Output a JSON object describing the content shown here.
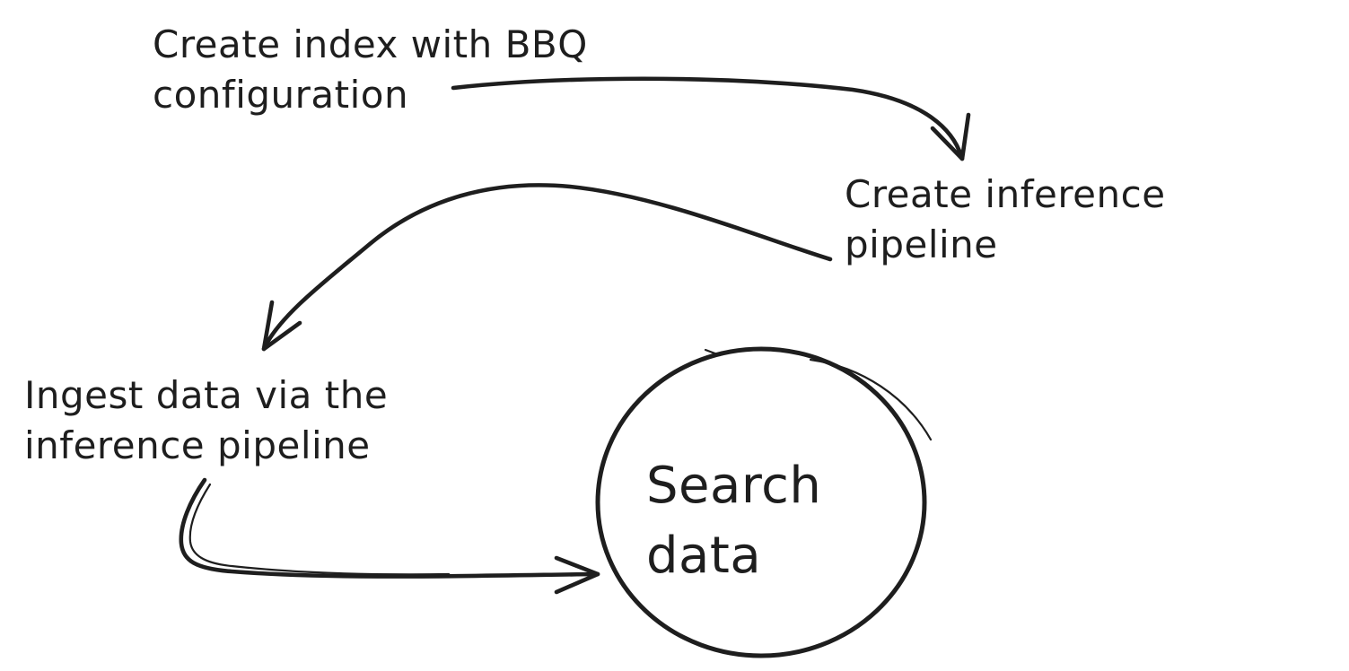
{
  "canvas": {
    "background_color": "#ffffff",
    "stroke_color": "#1e1e1e",
    "style": "hand-drawn-sketch"
  },
  "diagram": {
    "steps": [
      {
        "id": "create-index",
        "label": "Create index with BBQ\nconfiguration",
        "shape": "text"
      },
      {
        "id": "create-inference-pipeline",
        "label": "Create inference\npipeline",
        "shape": "text"
      },
      {
        "id": "ingest-data",
        "label": "Ingest data via the\ninference pipeline",
        "shape": "text"
      },
      {
        "id": "search-data",
        "label": "Search\ndata",
        "shape": "circle"
      }
    ],
    "connections": [
      {
        "from": "create-index",
        "to": "create-inference-pipeline",
        "style": "curved-arrow"
      },
      {
        "from": "create-inference-pipeline",
        "to": "ingest-data",
        "style": "curved-arrow"
      },
      {
        "from": "ingest-data",
        "to": "search-data",
        "style": "curved-arrow"
      }
    ]
  }
}
